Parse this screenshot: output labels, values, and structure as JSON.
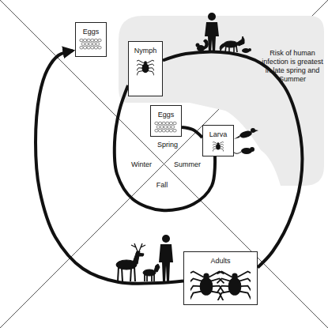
{
  "diagram": {
    "nodes": [
      {
        "text": [
          "Eggs"
        ]
      },
      {
        "text": [
          "Nymph"
        ]
      },
      {
        "text": [
          "Eggs"
        ]
      },
      {
        "text": [
          "Larva"
        ]
      },
      {
        "text": [
          "Adults"
        ]
      }
    ],
    "edges": [
      {
        "from": 2,
        "to": 3,
        "arrow": "none"
      },
      {
        "from": 3,
        "to": 1,
        "arrow": "none"
      },
      {
        "from": 1,
        "to": 4,
        "arrow": "none"
      },
      {
        "from": 4,
        "to": 0,
        "arrow": "to"
      }
    ],
    "labels": [
      "Risk of human infection is greatest in late spring and Summer",
      "Spring",
      "Winter",
      "Summer",
      "Fall"
    ]
  }
}
